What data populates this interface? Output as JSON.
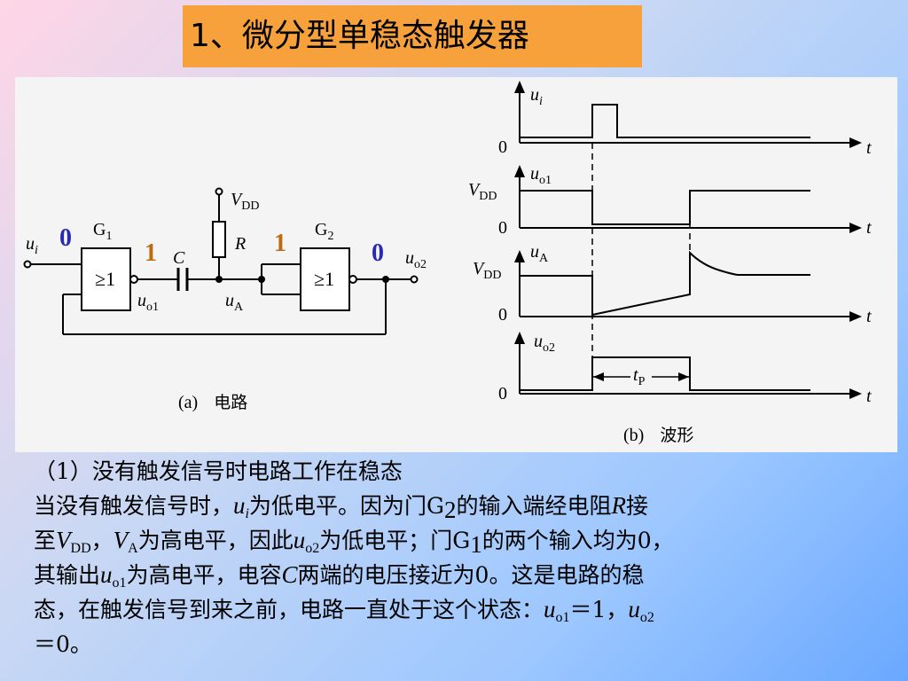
{
  "title": "1、微分型单稳态触发器",
  "circuit": {
    "input_label": "u",
    "input_sub": "i",
    "gate1": "G",
    "gate1_sub": "1",
    "gate2": "G",
    "gate2_sub": "2",
    "gate_symbol": "≥1",
    "vdd": "V",
    "vdd_sub": "DD",
    "resistor": "R",
    "capacitor": "C",
    "uo1": "u",
    "uo1_sub": "o1",
    "ua": "u",
    "ua_sub": "A",
    "uo2": "u",
    "uo2_sub": "o2",
    "state_input": "0",
    "state_uo1": "1",
    "state_ua": "1",
    "state_uo2": "0",
    "colors": {
      "zero": "#2a2ab0",
      "one": "#c06a10"
    },
    "caption_a": "(a)",
    "caption_a_text": "电路"
  },
  "waveforms": {
    "t": "t",
    "zero": "0",
    "ui": "u",
    "ui_sub": "i",
    "uo1": "u",
    "uo1_sub": "o1",
    "ua": "u",
    "ua_sub": "A",
    "uo2": "u",
    "uo2_sub": "o2",
    "vdd": "V",
    "vdd_sub": "DD",
    "tp": "t",
    "tp_sub": "P",
    "caption_b": "(b)",
    "caption_b_text": "波形"
  },
  "body": {
    "line1": "（1）没有触发信号时电路工作在稳态",
    "l2a": "当没有触发信号时，",
    "l2_u": "u",
    "l2_u_sub": "i",
    "l2b": "为低电平。因为门G",
    "l2_g_sub": "2",
    "l2c": "的输入端经电阻",
    "l2_r": "R",
    "l2d": "接",
    "l3a": "至",
    "l3_v": "V",
    "l3_v_sub": "DD",
    "l3b": "，",
    "l3_va": "V",
    "l3_va_sub": "A",
    "l3c": "为高电平，因此",
    "l3_u": "u",
    "l3_u_sub": "o2",
    "l3d": "为低电平；门G",
    "l3_g_sub": "1",
    "l3e": "的两个输入均为0，",
    "l4a": "其输出",
    "l4_u": "u",
    "l4_u_sub": "o1",
    "l4b": "为高电平，电容",
    "l4_c": "C",
    "l4c": "两端的电压接近为0。这是电路的稳",
    "l5a": "态，在触发信号到来之前，电路一直处于这个状态：",
    "l5_u1": "u",
    "l5_u1_sub": "o1",
    "l5b": "＝1，",
    "l5_u2": "u",
    "l5_u2_sub": "o2",
    "l6": "＝0。"
  }
}
